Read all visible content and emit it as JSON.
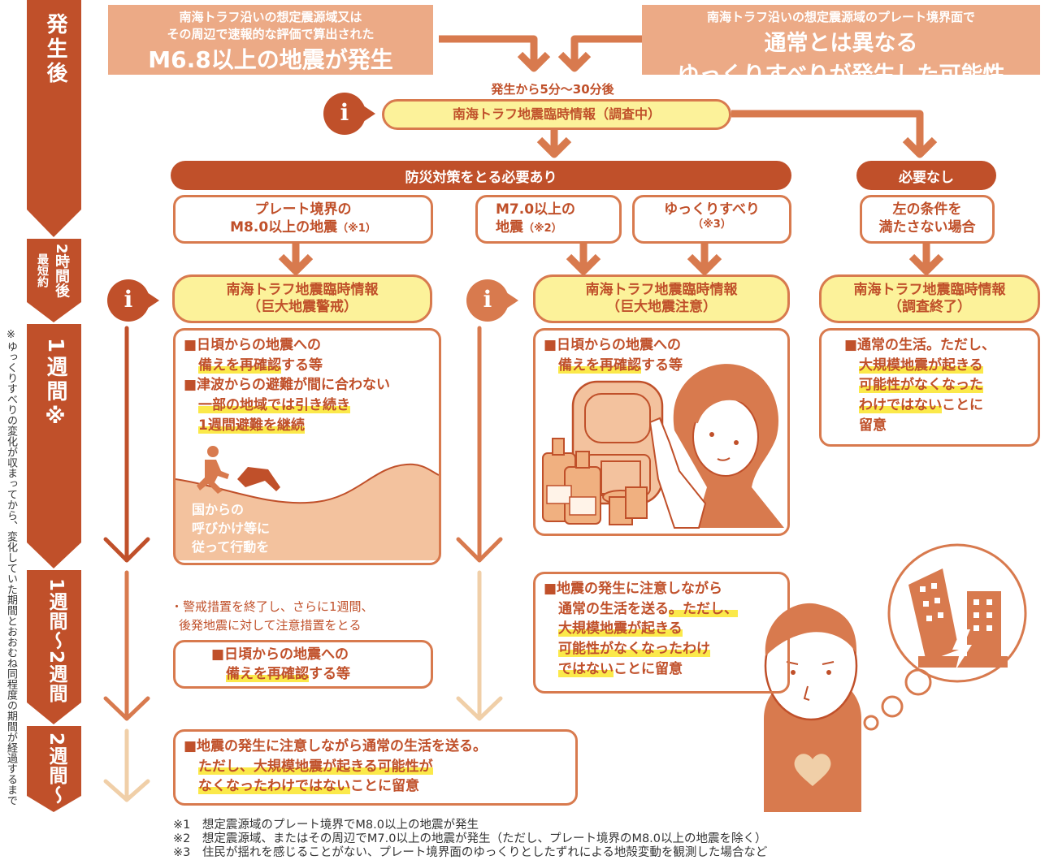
{
  "phases": {
    "after": "発生後",
    "two_hours_a": "最短約",
    "two_hours_b": "2時間後",
    "week1": "1週間※",
    "week1_2": "1週間〜2週間",
    "week2": "2週間〜"
  },
  "side_note": "※ゆっくりすべりの変化が収まってから、変化していた期間とおおむね同程度の期間が経過するまで",
  "trigger_left": {
    "line1": "南海トラフ沿いの想定震源域又は",
    "line2": "その周辺で速報的な評価で算出された",
    "line3": "M6.8以上の地震が発生"
  },
  "trigger_right": {
    "line1": "南海トラフ沿いの想定震源域のプレート境界面で",
    "line2": "通常とは異なる",
    "line3": "ゆっくりすべりが発生した可能性"
  },
  "timing": "発生から5分〜30分後",
  "info_investigating": "南海トラフ地震臨時情報（調査中）",
  "info_icon": "i",
  "bar_needed": "防災対策をとる必要あり",
  "bar_not_needed": "必要なし",
  "cond_m8": {
    "line1": "プレート境界の",
    "line2": "M8.0以上の地震",
    "note": "（※1）"
  },
  "cond_m7": {
    "line1": "M7.0以上の",
    "line2": "地震",
    "note": "（※2）"
  },
  "cond_slow": {
    "line1": "ゆっくりすべり",
    "note": "（※3）"
  },
  "cond_none": {
    "line1": "左の条件を",
    "line2": "満たさない場合"
  },
  "info_warning": {
    "line1": "南海トラフ地震臨時情報",
    "line2": "（巨大地震警戒）"
  },
  "info_caution": {
    "line1": "南海トラフ地震臨時情報",
    "line2": "（巨大地震注意）"
  },
  "info_end": {
    "line1": "南海トラフ地震臨時情報",
    "line2": "（調査終了）"
  },
  "w1_warning": {
    "l1": "■日頃からの地震への",
    "l2a": "備えを再確認",
    "l2b": "する等",
    "l3": "■津波からの避難が間に合わない",
    "l4": "一部の地域では引き続き",
    "l5": "1週間避難を継続",
    "l6": "国からの",
    "l7": "呼びかけ等に",
    "l8": "従って行動を"
  },
  "w1_caution": {
    "l1": "■日頃からの地震への",
    "l2a": "備えを再確認",
    "l2b": "する等"
  },
  "w1_normal": {
    "l1": "■通常の生活。ただし、",
    "l2": "大規模地震が起きる",
    "l3": "可能性がなくなった",
    "l4a": "わけではない",
    "l4b": "ことに",
    "l5": "留意"
  },
  "w12_text": {
    "l1": "・警戒措置を終了し、さらに1週間、",
    "l2": "後発地震に対して注意措置をとる"
  },
  "w12_box": {
    "l1": "■日頃からの地震への",
    "l2a": "備えを再確認",
    "l2b": "する等"
  },
  "w12_caution": {
    "l1": "■地震の発生に注意しながら",
    "l2a": "通常の生活を送る",
    "l2b": "。ただし、",
    "l3": "大規模地震が起きる",
    "l4": "可能性がなくなったわけ",
    "l5a": "ではない",
    "l5b": "ことに留意"
  },
  "w2_box": {
    "l1": "■地震の発生に注意しながら通常の生活を送る。",
    "l2": "ただし、大規模地震が起きる可能性が",
    "l3a": "なくなったわけではない",
    "l3b": "ことに留意"
  },
  "footnotes": [
    "※1　想定震源域のプレート境界でM8.0以上の地震が発生",
    "※2　想定震源域、またはその周辺でM7.0以上の地震が発生（ただし、プレート境界のM8.0以上の地震を除く）",
    "※3　住民が揺れを感じることがない、プレート境界面のゆっくりとしたずれによる地殻変動を観測した場合など"
  ],
  "colors": {
    "dark": "#c0502a",
    "mid": "#d87a4e",
    "light": "#e9b48a",
    "pale": "#f0cfa8",
    "yellow": "#fcf29a",
    "highlight": "#fbe94a",
    "trigger_bg": "#ecaa86"
  },
  "icons": [
    "info-icon",
    "running-person-icon",
    "arrow-icon",
    "backpack-icon",
    "water-bottle-icon",
    "can-icon",
    "woman-pointing-icon",
    "man-thinking-icon",
    "building-collapse-icon",
    "lightning-icon",
    "heart-icon"
  ]
}
